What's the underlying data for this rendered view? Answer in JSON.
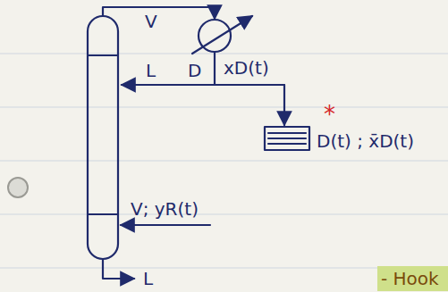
{
  "diagram": {
    "labels": [
      "V",
      "L",
      "D",
      "xD(t)",
      "*",
      "D(t) ; x̄D(t)",
      "V; yR(t)",
      "L",
      "- Hook"
    ]
  }
}
